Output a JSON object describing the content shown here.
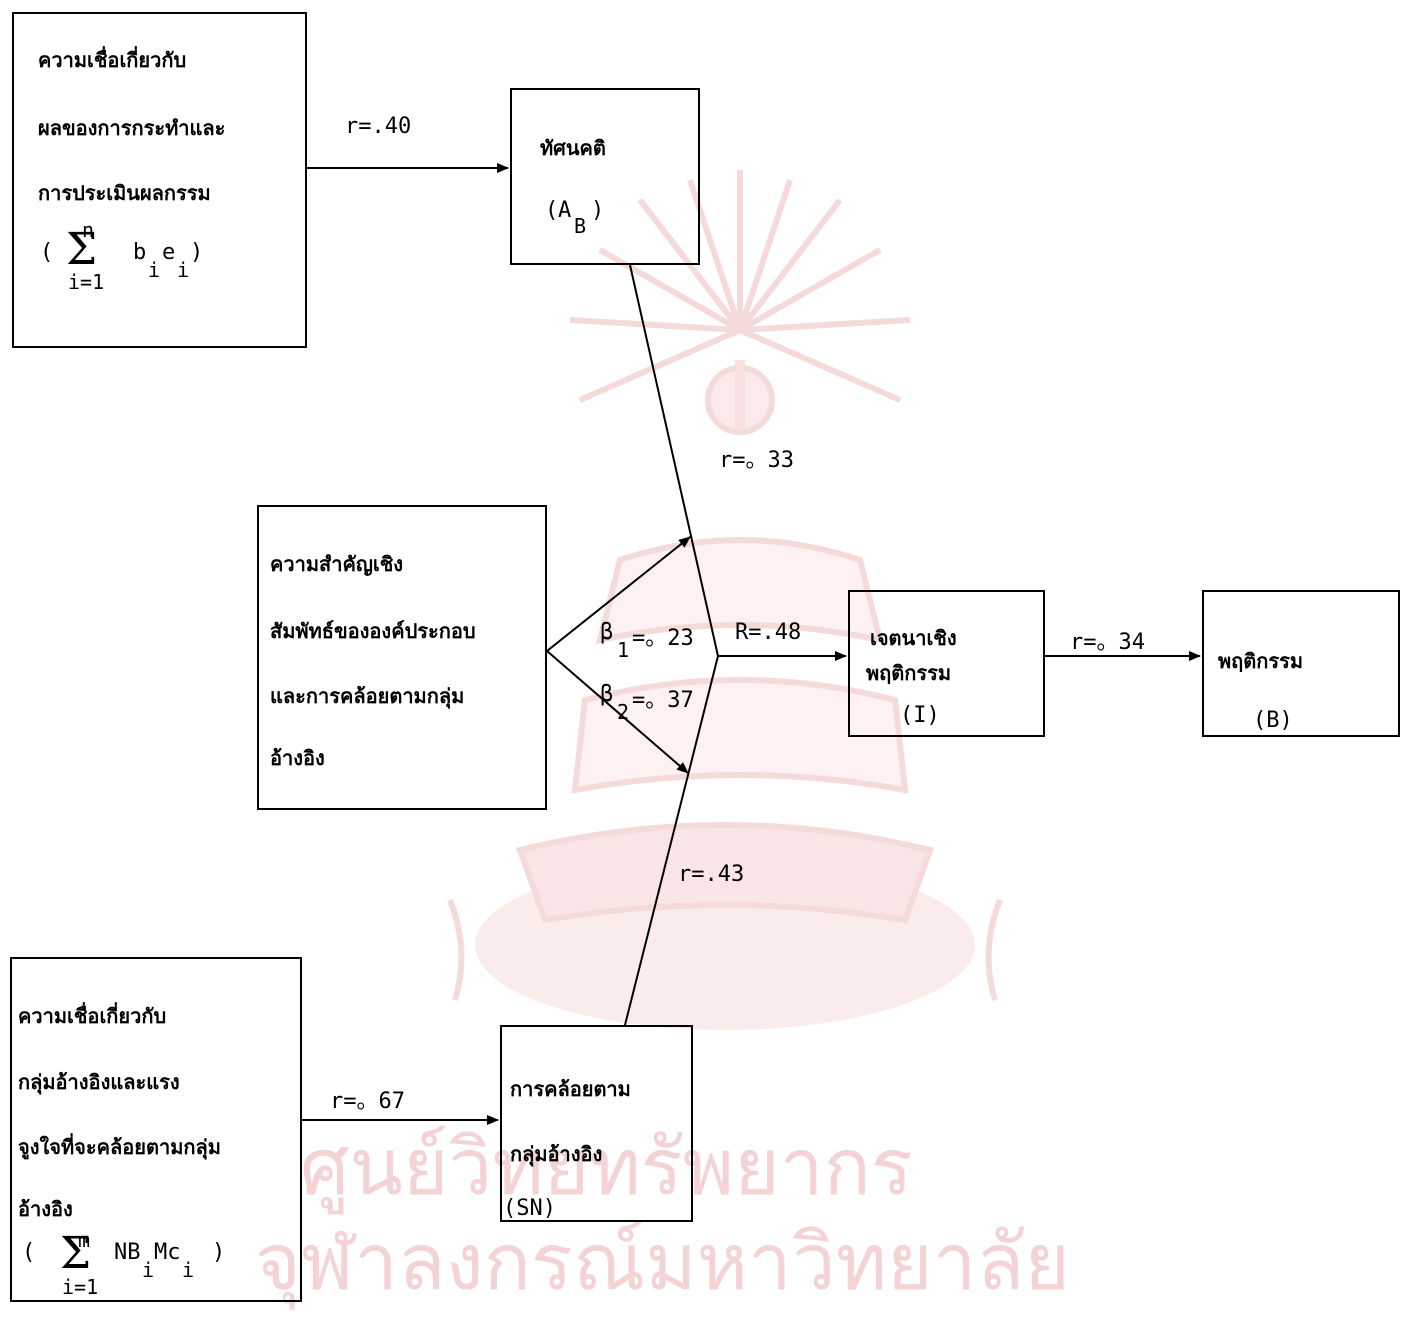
{
  "watermark": {
    "line1": "ศูนย์วิทยทรัพยากร",
    "line2": "จุฬาลงกรณ์มหาวิทยาลัย"
  },
  "boxes": {
    "beliefs_outcome": {
      "lines": [
        "ความเชื่อเกี่ยวกับ",
        "ผลของการกระทำและ",
        "การประเมินผลกรรม"
      ],
      "sum_upper": "n",
      "sum_lower": "i=1",
      "term": "b",
      "sub1": "i",
      "term2": "e",
      "sub2": "i"
    },
    "attitude": {
      "name": "ทัศนคติ",
      "symbol": "A",
      "symbol_sub": "B"
    },
    "relative_weights": {
      "lines": [
        "ความสำคัญเชิง",
        "สัมพัทธ์ขององค์ประกอบ",
        "และการคล้อยตามกลุ่ม",
        "อ้างอิง"
      ]
    },
    "intention": {
      "lines": [
        "เจตนาเชิง",
        "พฤติกรรม"
      ],
      "symbol": "(I)"
    },
    "behavior": {
      "name": "พฤติกรรม",
      "symbol": "(B)"
    },
    "normative_beliefs": {
      "lines": [
        "ความเชื่อเกี่ยวกับ",
        "กลุ่มอ้างอิงและแรง",
        "จูงใจที่จะคล้อยตามกลุ่ม",
        "อ้างอิง"
      ],
      "sum_upper": "m",
      "sum_lower": "i=1",
      "term": "NB",
      "sub1": "i",
      "term2": "Mc",
      "sub2": "i"
    },
    "subjective_norm": {
      "lines": [
        "การคล้อยตาม",
        "กลุ่มอ้างอิง"
      ],
      "symbol": "(SN)"
    }
  },
  "labels": {
    "r_beliefs_attitude": "r=.40",
    "r_attitude": "r=。33",
    "beta1": "β",
    "beta1_sub": "1",
    "beta1_val": "=。23",
    "beta2": "β",
    "beta2_sub": "2",
    "beta2_val": "=。37",
    "R_intention": "R=.48",
    "r_intention_behavior": "r=。34",
    "r_sn": "r=.43",
    "r_normative_sn": "r=。67"
  }
}
